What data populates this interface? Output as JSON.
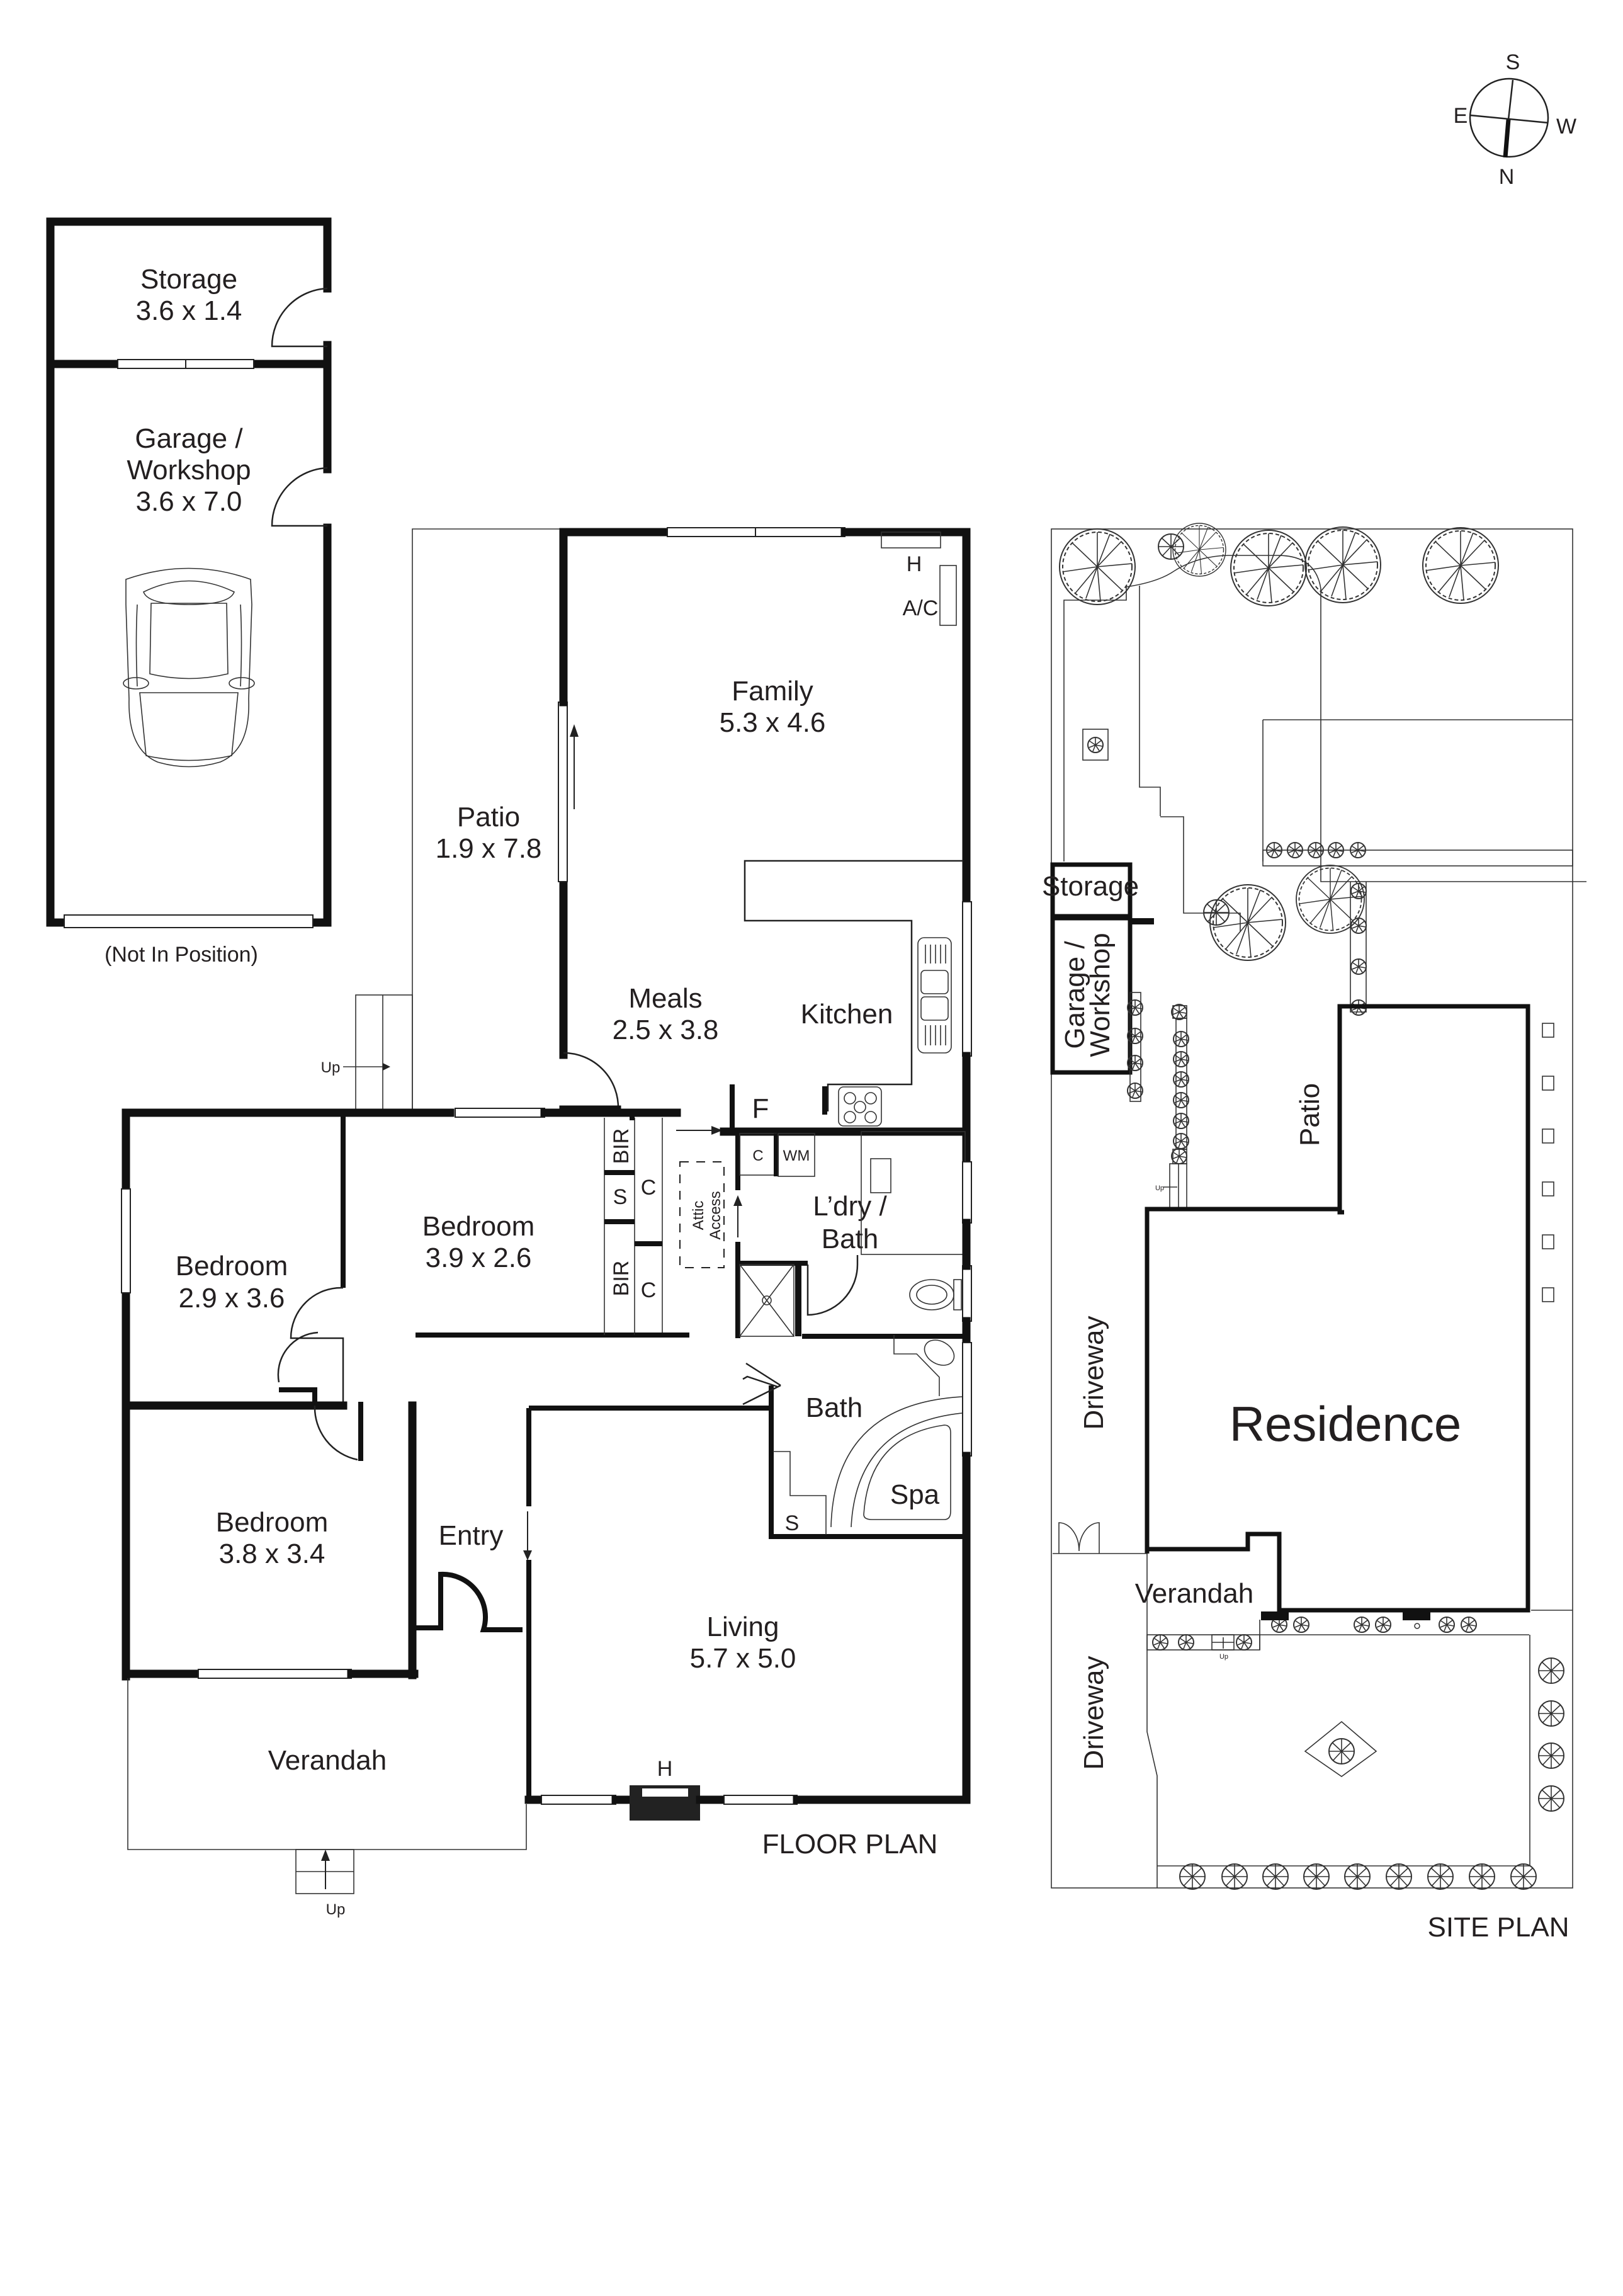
{
  "compass": {
    "n": "N",
    "s": "S",
    "e": "E",
    "w": "W"
  },
  "floor_plan": {
    "title": "FLOOR PLAN",
    "rooms": {
      "storage": {
        "name": "Storage",
        "size": "3.6 x 1.4"
      },
      "garage": {
        "name_line1": "Garage /",
        "name_line2": "Workshop",
        "size": "3.6 x 7.0"
      },
      "garage_note": "(Not In Position)",
      "patio": {
        "name": "Patio",
        "size": "1.9 x 7.8"
      },
      "family": {
        "name": "Family",
        "size": "5.3 x 4.6"
      },
      "meals": {
        "name": "Meals",
        "size": "2.5 x 3.8"
      },
      "kitchen": {
        "name": "Kitchen"
      },
      "bedroom1": {
        "name": "Bedroom",
        "size": "2.9 x 3.6"
      },
      "bedroom2": {
        "name": "Bedroom",
        "size": "3.9 x 2.6"
      },
      "bedroom3": {
        "name": "Bedroom",
        "size": "3.8 x 3.4"
      },
      "laundry": {
        "name_line1": "L’dry /",
        "name_line2": "Bath"
      },
      "bath": {
        "name": "Bath"
      },
      "spa": {
        "name": "Spa"
      },
      "entry": {
        "name": "Entry"
      },
      "living": {
        "name": "Living",
        "size": "5.7 x 5.0"
      },
      "verandah": {
        "name": "Verandah"
      }
    },
    "fixtures": {
      "heater": "H",
      "ac": "A/C",
      "fridge": "F",
      "bir": "BIR",
      "cupboard": "C",
      "shelves": "S",
      "washing_machine": "WM",
      "attic_line1": "Attic",
      "attic_line2": "Access",
      "living_heater": "H",
      "up": "Up"
    }
  },
  "site_plan": {
    "title": "SITE PLAN",
    "labels": {
      "storage": "Storage",
      "garage_line1": "Garage /",
      "garage_line2": "Workshop",
      "patio": "Patio",
      "driveway": "Driveway",
      "residence": "Residence",
      "verandah": "Verandah",
      "up": "Up"
    }
  }
}
